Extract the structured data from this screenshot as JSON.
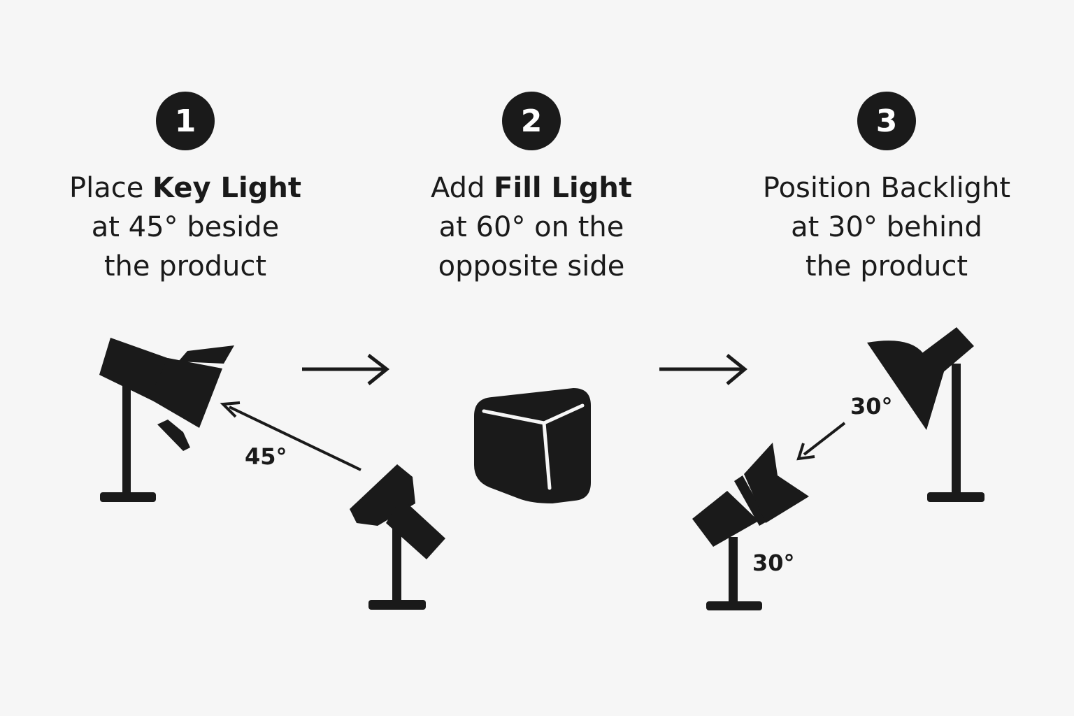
{
  "steps": [
    {
      "number": "1",
      "line1_pre": "Place ",
      "line1_bold": "Key Light",
      "line2": "at 45° beside",
      "line3": "the product"
    },
    {
      "number": "2",
      "line1_pre": "Add ",
      "line1_bold": "Fill Light",
      "line2": "at 60° on the",
      "line3": "opposite side"
    },
    {
      "number": "3",
      "line1_pre": "Position Backlight",
      "line1_bold": "",
      "line2": "at 30° behind",
      "line3": "the product"
    }
  ],
  "angle_labels": {
    "key": "45°",
    "back_top": "30°",
    "back_bottom": "30°"
  },
  "colors": {
    "ink": "#1a1a1a",
    "background": "#f6f6f6",
    "highlight": "#f6f6f6"
  },
  "icons": [
    "key-light-icon",
    "fill-light-icon",
    "product-cube-icon",
    "backlight-icon",
    "small-light-icon"
  ]
}
